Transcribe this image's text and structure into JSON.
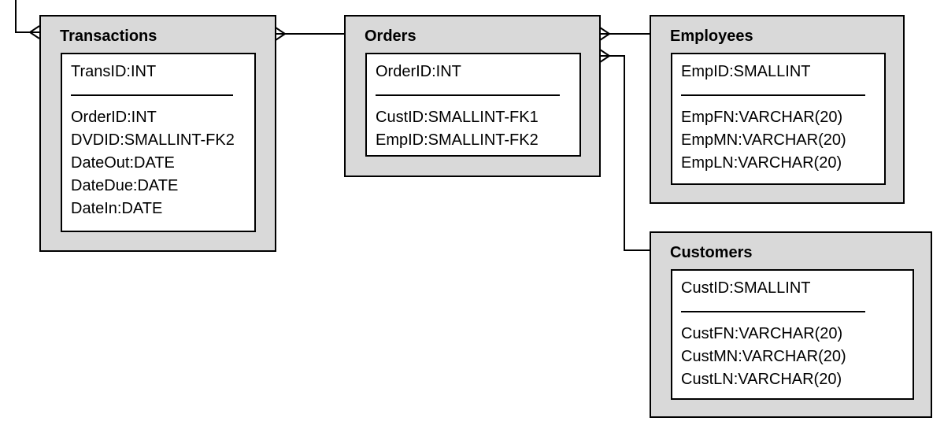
{
  "entities": {
    "transactions": {
      "name": "Transactions",
      "primary_key": "TransID:INT",
      "attributes": [
        "OrderID:INT",
        "DVDID:SMALLINT-FK2",
        "DateOut:DATE",
        "DateDue:DATE",
        "DateIn:DATE"
      ]
    },
    "orders": {
      "name": "Orders",
      "primary_key": "OrderID:INT",
      "attributes": [
        "CustID:SMALLINT-FK1",
        "EmpID:SMALLINT-FK2"
      ]
    },
    "employees": {
      "name": "Employees",
      "primary_key": "EmpID:SMALLINT",
      "attributes": [
        "EmpFN:VARCHAR(20)",
        "EmpMN:VARCHAR(20)",
        "EmpLN:VARCHAR(20)"
      ]
    },
    "customers": {
      "name": "Customers",
      "primary_key": "CustID:SMALLINT",
      "attributes": [
        "CustFN:VARCHAR(20)",
        "CustMN:VARCHAR(20)",
        "CustLN:VARCHAR(20)"
      ]
    }
  },
  "relationships": [
    {
      "from": "offscreen",
      "to": "transactions",
      "many_end": "transactions"
    },
    {
      "from": "orders",
      "to": "transactions",
      "many_end": "transactions"
    },
    {
      "from": "employees",
      "to": "orders",
      "many_end": "orders"
    },
    {
      "from": "customers",
      "to": "orders",
      "many_end": "orders"
    }
  ]
}
